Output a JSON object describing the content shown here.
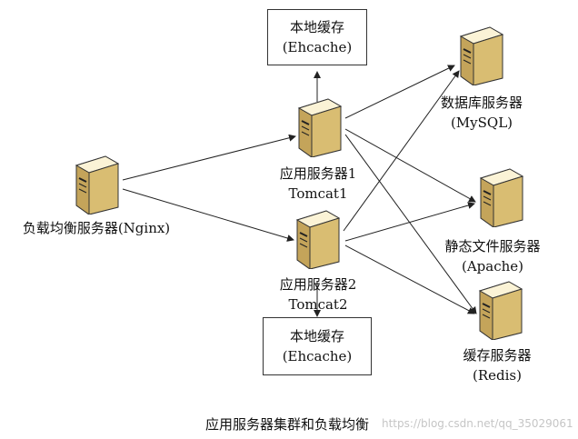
{
  "nodes": {
    "cache_top": {
      "line1": "本地缓存",
      "line2": "(Ehcache)"
    },
    "cache_bottom": {
      "line1": "本地缓存",
      "line2": "(Ehcache)"
    },
    "load_balancer": {
      "label": "负载均衡服务器(Nginx)"
    },
    "app_server_1": {
      "line1": "应用服务器1",
      "line2": "Tomcat1"
    },
    "app_server_2": {
      "line1": "应用服务器2",
      "line2": "Tomcat2"
    },
    "db_server": {
      "line1": "数据库服务器",
      "line2": "(MySQL)"
    },
    "static_server": {
      "line1": "静态文件服务器",
      "line2": "(Apache)"
    },
    "cache_server": {
      "line1": "缓存服务器",
      "line2": "(Redis)"
    }
  },
  "caption": "应用服务器集群和负载均衡",
  "watermark": "https://blog.csdn.net/qq_35029061",
  "colors": {
    "line": "#222222",
    "server_light": "#e9d49a",
    "server_dark": "#b89a4a"
  }
}
